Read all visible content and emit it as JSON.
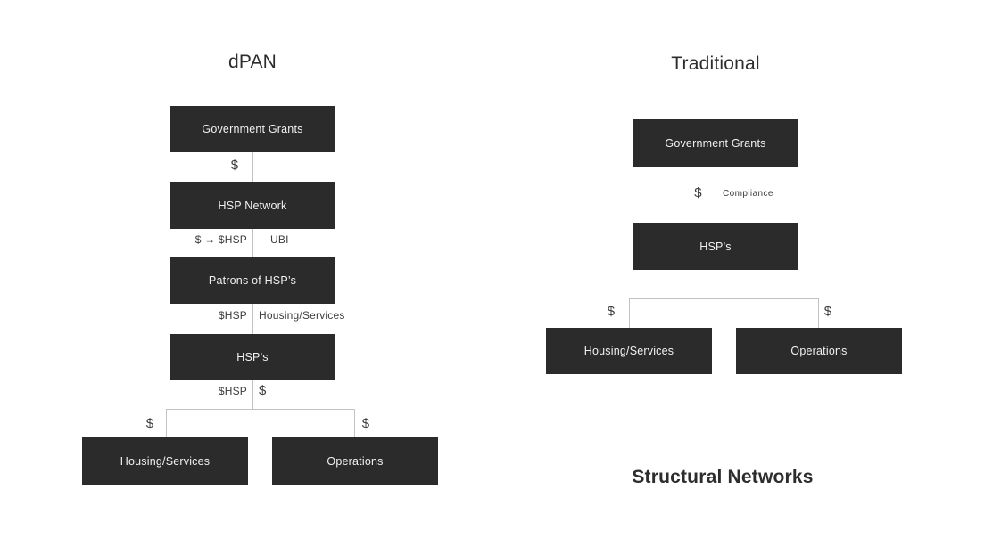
{
  "left_diagram": {
    "title": "dPAN",
    "nodes": {
      "government_grants": "Government Grants",
      "hsp_network": "HSP Network",
      "patrons": "Patrons of HSP’s",
      "hsps": "HSP’s",
      "housing_services": "Housing/Services",
      "operations": "Operations"
    },
    "labels": {
      "grant_flow": "$",
      "mint": "$ → $HSP",
      "ubi": "UBI",
      "patron_spend": "$HSP",
      "patron_receive": "Housing/Services",
      "hsp_token": "$HSP",
      "hsp_cash": "$",
      "to_housing": "$",
      "to_operations": "$"
    }
  },
  "right_diagram": {
    "title": "Traditional",
    "nodes": {
      "government_grants": "Government Grants",
      "hsps": "HSP’s",
      "housing_services": "Housing/Services",
      "operations": "Operations"
    },
    "labels": {
      "grant_flow": "$",
      "compliance": "Compliance",
      "to_housing": "$",
      "to_operations": "$"
    }
  },
  "caption": "Structural Networks",
  "colors": {
    "node_fill": "#2b2b2b",
    "node_text": "#f1f1f1",
    "connector": "#c2c2c2",
    "label_text": "#3c3c3c",
    "title_text": "#2d2d2d"
  }
}
